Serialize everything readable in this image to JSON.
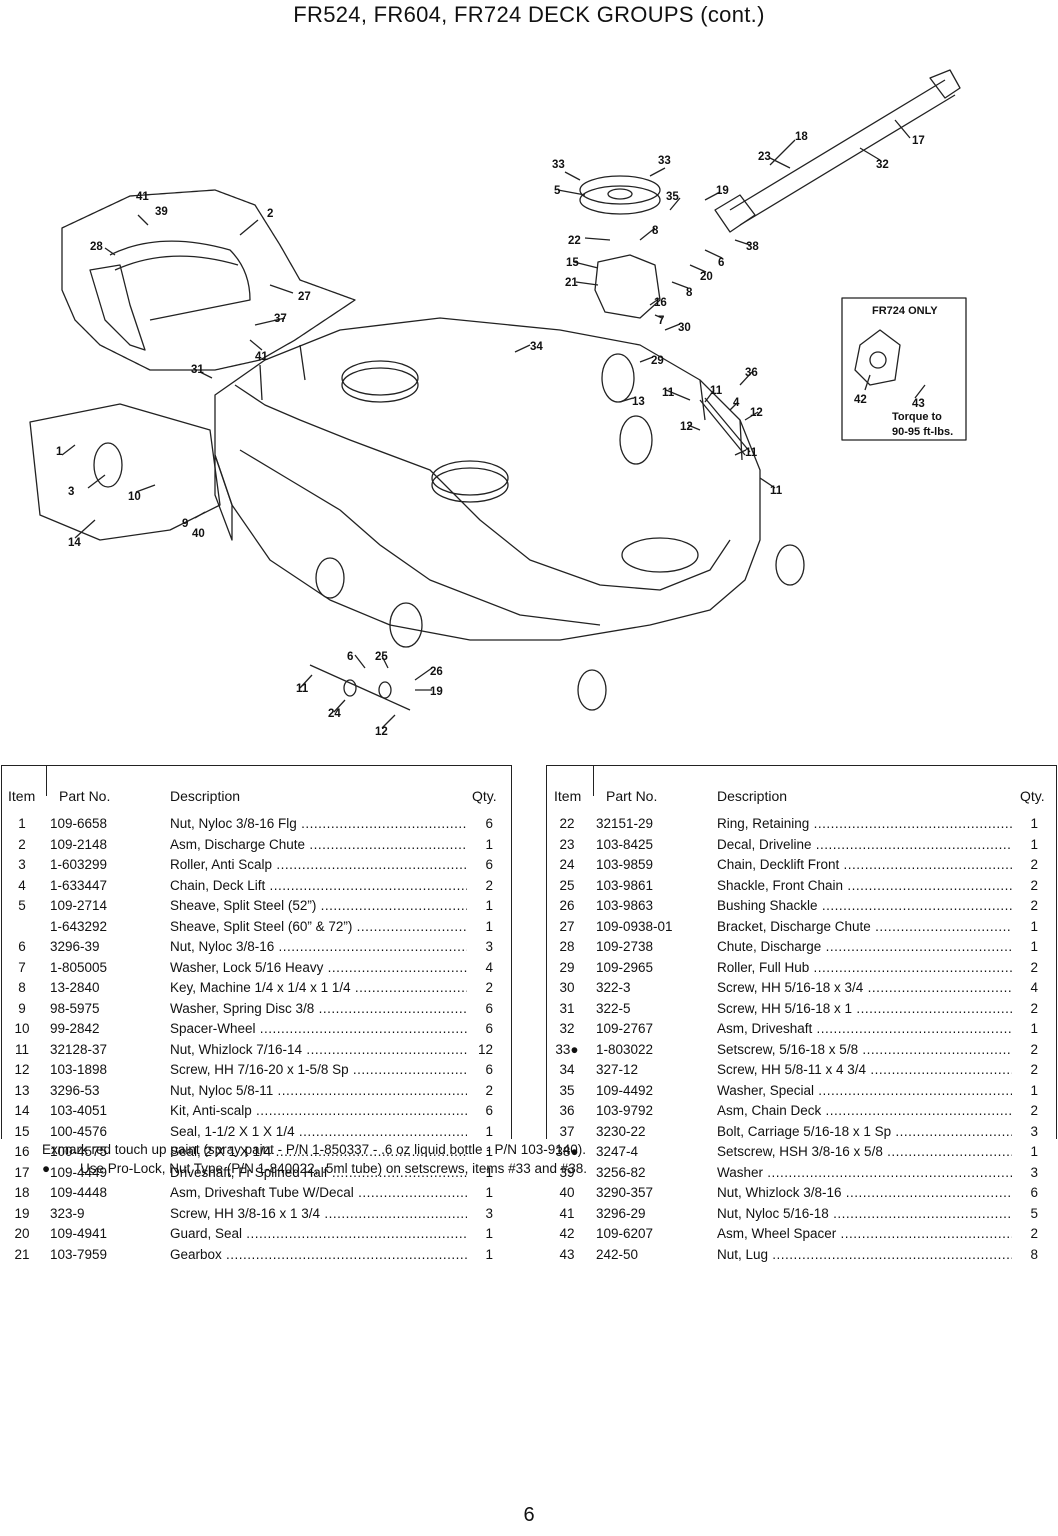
{
  "title": "FR524, FR604, FR724 DECK GROUPS (cont.)",
  "diagram": {
    "inset_title": "FR724 ONLY",
    "inset_note_line1": "Torque to",
    "inset_note_line2": "90-95 ft-lbs.",
    "callouts": [
      "41",
      "39",
      "2",
      "28",
      "27",
      "37",
      "41",
      "31",
      "1",
      "3",
      "10",
      "9",
      "40",
      "14",
      "33",
      "33",
      "5",
      "35",
      "19",
      "18",
      "23",
      "17",
      "32",
      "22",
      "8",
      "15",
      "6",
      "38",
      "21",
      "20",
      "8",
      "16",
      "7",
      "30",
      "34",
      "29",
      "13",
      "36",
      "11",
      "11",
      "4",
      "12",
      "12",
      "11",
      "11",
      "42",
      "43",
      "6",
      "25",
      "26",
      "11",
      "19",
      "24",
      "12"
    ]
  },
  "table_headers": {
    "item": "Item",
    "part_no": "Part No.",
    "description": "Description",
    "qty": "Qty."
  },
  "left_table": [
    {
      "item": "1",
      "part": "109-6658",
      "desc": "Nut, Nyloc 3/8-16 Flg",
      "qty": "6"
    },
    {
      "item": "2",
      "part": "109-2148",
      "desc": "Asm, Discharge Chute",
      "qty": "1"
    },
    {
      "item": "3",
      "part": "1-603299",
      "desc": "Roller, Anti Scalp",
      "qty": "6"
    },
    {
      "item": "4",
      "part": "1-633447",
      "desc": "Chain, Deck Lift",
      "qty": "2"
    },
    {
      "item": "5",
      "part": "109-2714",
      "desc": "Sheave, Split Steel (52”)",
      "qty": "1"
    },
    {
      "item": "",
      "part": "1-643292",
      "desc": "Sheave, Split Steel (60” & 72”)",
      "qty": "1"
    },
    {
      "item": "6",
      "part": "3296-39",
      "desc": "Nut, Nyloc 3/8-16",
      "qty": "3"
    },
    {
      "item": "7",
      "part": "1-805005",
      "desc": "Washer, Lock 5/16 Heavy",
      "qty": "4"
    },
    {
      "item": "8",
      "part": "13-2840",
      "desc": "Key, Machine 1/4 x 1/4 x 1 1/4",
      "qty": "2"
    },
    {
      "item": "9",
      "part": "98-5975",
      "desc": "Washer, Spring Disc 3/8",
      "qty": "6"
    },
    {
      "item": "10",
      "part": "99-2842",
      "desc": "Spacer-Wheel",
      "qty": "6"
    },
    {
      "item": "11",
      "part": "32128-37",
      "desc": "Nut, Whizlock 7/16-14",
      "qty": "12"
    },
    {
      "item": "12",
      "part": "103-1898",
      "desc": "Screw, HH 7/16-20 x 1-5/8 Sp",
      "qty": "6"
    },
    {
      "item": "13",
      "part": "3296-53",
      "desc": "Nut, Nyloc 5/8-11",
      "qty": "2"
    },
    {
      "item": "14",
      "part": "103-4051",
      "desc": "Kit, Anti-scalp",
      "qty": "6"
    },
    {
      "item": "15",
      "part": "100-4576",
      "desc": "Seal, 1-1/2 X 1 X 1/4",
      "qty": "1"
    },
    {
      "item": "16",
      "part": "100-4575",
      "desc": "Seal, 2 X 1 X 1/4",
      "qty": "1"
    },
    {
      "item": "17",
      "part": "109-4449",
      "desc": "Driveshaft, Fr Splined Half",
      "qty": "1"
    },
    {
      "item": "18",
      "part": "109-4448",
      "desc": "Asm, Driveshaft  Tube W/Decal",
      "qty": "1"
    },
    {
      "item": "19",
      "part": "323-9",
      "desc": "Screw, HH 3/8-16 x 1 3/4",
      "qty": "3"
    },
    {
      "item": "20",
      "part": "109-4941",
      "desc": "Guard, Seal",
      "qty": "1"
    },
    {
      "item": "21",
      "part": "103-7959",
      "desc": "Gearbox",
      "qty": "1"
    }
  ],
  "right_table": [
    {
      "item": "22",
      "part": "32151-29",
      "desc": "Ring, Retaining",
      "qty": "1"
    },
    {
      "item": "23",
      "part": "103-8425",
      "desc": "Decal, Driveline",
      "qty": "1"
    },
    {
      "item": "24",
      "part": "103-9859",
      "desc": "Chain, Decklift Front",
      "qty": "2"
    },
    {
      "item": "25",
      "part": "103-9861",
      "desc": "Shackle, Front Chain",
      "qty": "2"
    },
    {
      "item": "26",
      "part": "103-9863",
      "desc": "Bushing Shackle",
      "qty": "2"
    },
    {
      "item": "27",
      "part": "109-0938-01",
      "desc": "Bracket, Discharge Chute",
      "qty": "1"
    },
    {
      "item": "28",
      "part": "109-2738",
      "desc": "Chute, Discharge",
      "qty": "1"
    },
    {
      "item": "29",
      "part": "109-2965",
      "desc": "Roller, Full Hub",
      "qty": "2"
    },
    {
      "item": "30",
      "part": "322-3",
      "desc": "Screw, HH 5/16-18 x 3/4",
      "qty": "4"
    },
    {
      "item": "31",
      "part": "322-5",
      "desc": "Screw, HH 5/16-18 x 1",
      "qty": "2"
    },
    {
      "item": "32",
      "part": "109-2767",
      "desc": "Asm, Driveshaft",
      "qty": "1"
    },
    {
      "item": "33●",
      "part": "1-803022",
      "desc": "Setscrew, 5/16-18 x 5/8",
      "qty": "2"
    },
    {
      "item": "34",
      "part": "327-12",
      "desc": "Screw, HH 5/8-11 x 4 3/4",
      "qty": "2"
    },
    {
      "item": "35",
      "part": "109-4492",
      "desc": "Washer, Special",
      "qty": "1"
    },
    {
      "item": "36",
      "part": "103-9792",
      "desc": "Asm, Chain Deck",
      "qty": "2"
    },
    {
      "item": "37",
      "part": "3230-22",
      "desc": "Bolt, Carriage 5/16-18 x 1 Sp",
      "qty": "3"
    },
    {
      "item": "38●",
      "part": "3247-4",
      "desc": "Setscrew, HSH 3/8-16 x 5/8",
      "qty": "1"
    },
    {
      "item": "39",
      "part": "3256-82",
      "desc": "Washer",
      "qty": "3"
    },
    {
      "item": "40",
      "part": "3290-357",
      "desc": "Nut, Whizlock 3/8-16",
      "qty": "6"
    },
    {
      "item": "41",
      "part": "3296-29",
      "desc": "Nut, Nyloc 5/16-18",
      "qty": "5"
    },
    {
      "item": "42",
      "part": "109-6207",
      "desc": "Asm, Wheel Spacer",
      "qty": "2"
    },
    {
      "item": "43",
      "part": "242-50",
      "desc": "Nut, Lug",
      "qty": "8"
    }
  ],
  "footnotes": {
    "paint": "Exmark red touch up paint  (spray paint - P/N 1-850337 - .6 oz liquid bottle - P/N 103-9140).",
    "bullet": "●",
    "prolock": "Use Pro-Lock, Nut Type (P/N 1-840022, .5ml tube) on setscrews, items #33 and #38."
  },
  "page_number": "6"
}
